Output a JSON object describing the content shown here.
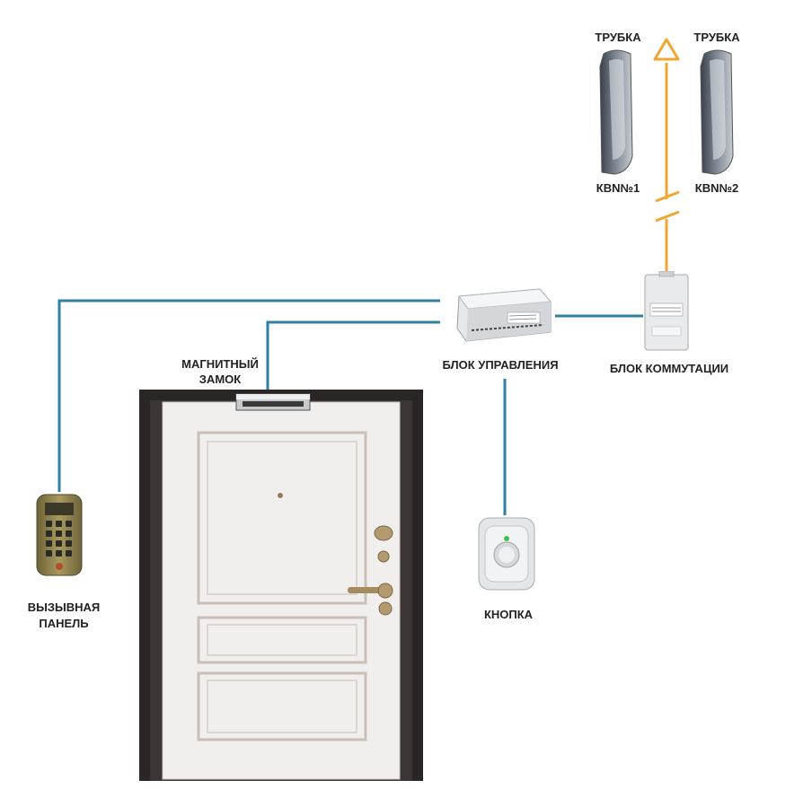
{
  "labels": {
    "handset_left": "ТРУБКА",
    "handset_right": "ТРУБКА",
    "kvn1": "КВN№1",
    "kvn2": "КВN№2",
    "magnetic_lock_line1": "МАГНИТНЫЙ",
    "magnetic_lock_line2": "ЗАМОК",
    "control_unit": "БЛОК УПРАВЛЕНИЯ",
    "switch_unit": "БЛОК КОММУТАЦИИ",
    "call_panel_line1": "ВЫЗЫВНАЯ",
    "call_panel_line2": "ПАНЕЛЬ",
    "button": "КНОПКА"
  },
  "colors": {
    "data_wire": "#2f7fa3",
    "handset_wire": "#f0a630",
    "door_frame": "#2b2626",
    "door_leaf": "#f1efed",
    "panel_brass": "#8a7a45"
  },
  "icons": {
    "handset": "intercom-handset-icon",
    "control_unit": "control-unit-icon",
    "switch_unit": "switch-unit-icon",
    "call_panel": "call-panel-icon",
    "exit_button": "exit-button-icon",
    "magnetic_lock": "magnetic-lock-icon",
    "door": "door-icon"
  }
}
